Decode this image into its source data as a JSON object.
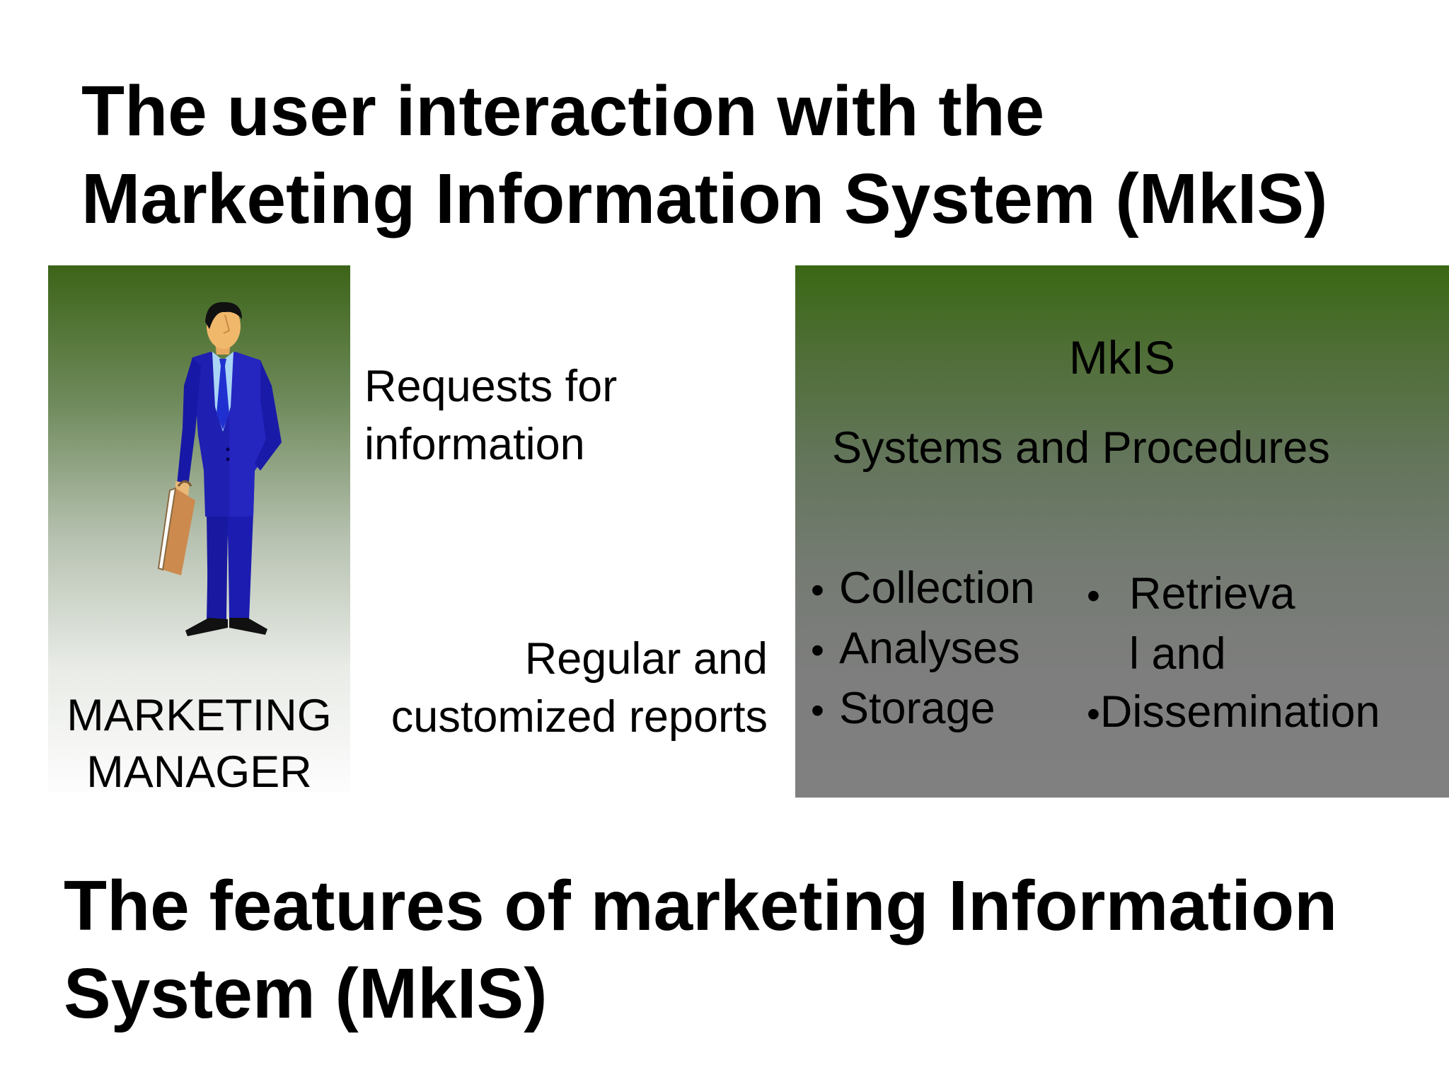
{
  "title": {
    "line1": "The user interaction with the",
    "line2": "Marketing Information System (MkIS)"
  },
  "manager": {
    "label_line1": "MARKETING",
    "label_line2": "MANAGER",
    "icon": "businessman-with-briefcase-icon"
  },
  "requests": {
    "line1": "Requests for",
    "line2": "information"
  },
  "reports": {
    "line1": "Regular and",
    "line2": "customized reports"
  },
  "mkis": {
    "title": "MkIS",
    "subtitle": "Systems and Procedures",
    "left_bullet": "•",
    "left_items": [
      "Collection",
      "Analyses",
      "Storage"
    ],
    "right_line1_bullet": "•",
    "right_line1": "Retrieva",
    "right_line2": "l  and",
    "right_line3_bullet": "•",
    "right_line3": "Dissemination"
  },
  "bottom_title": {
    "line1": "The features of marketing Information",
    "line2": "System (MkIS)"
  },
  "colors": {
    "panel_green": "#3a6814",
    "panel_gray": "#808080",
    "suit_blue": "#1a1aa0",
    "briefcase": "#cc8a4e"
  }
}
